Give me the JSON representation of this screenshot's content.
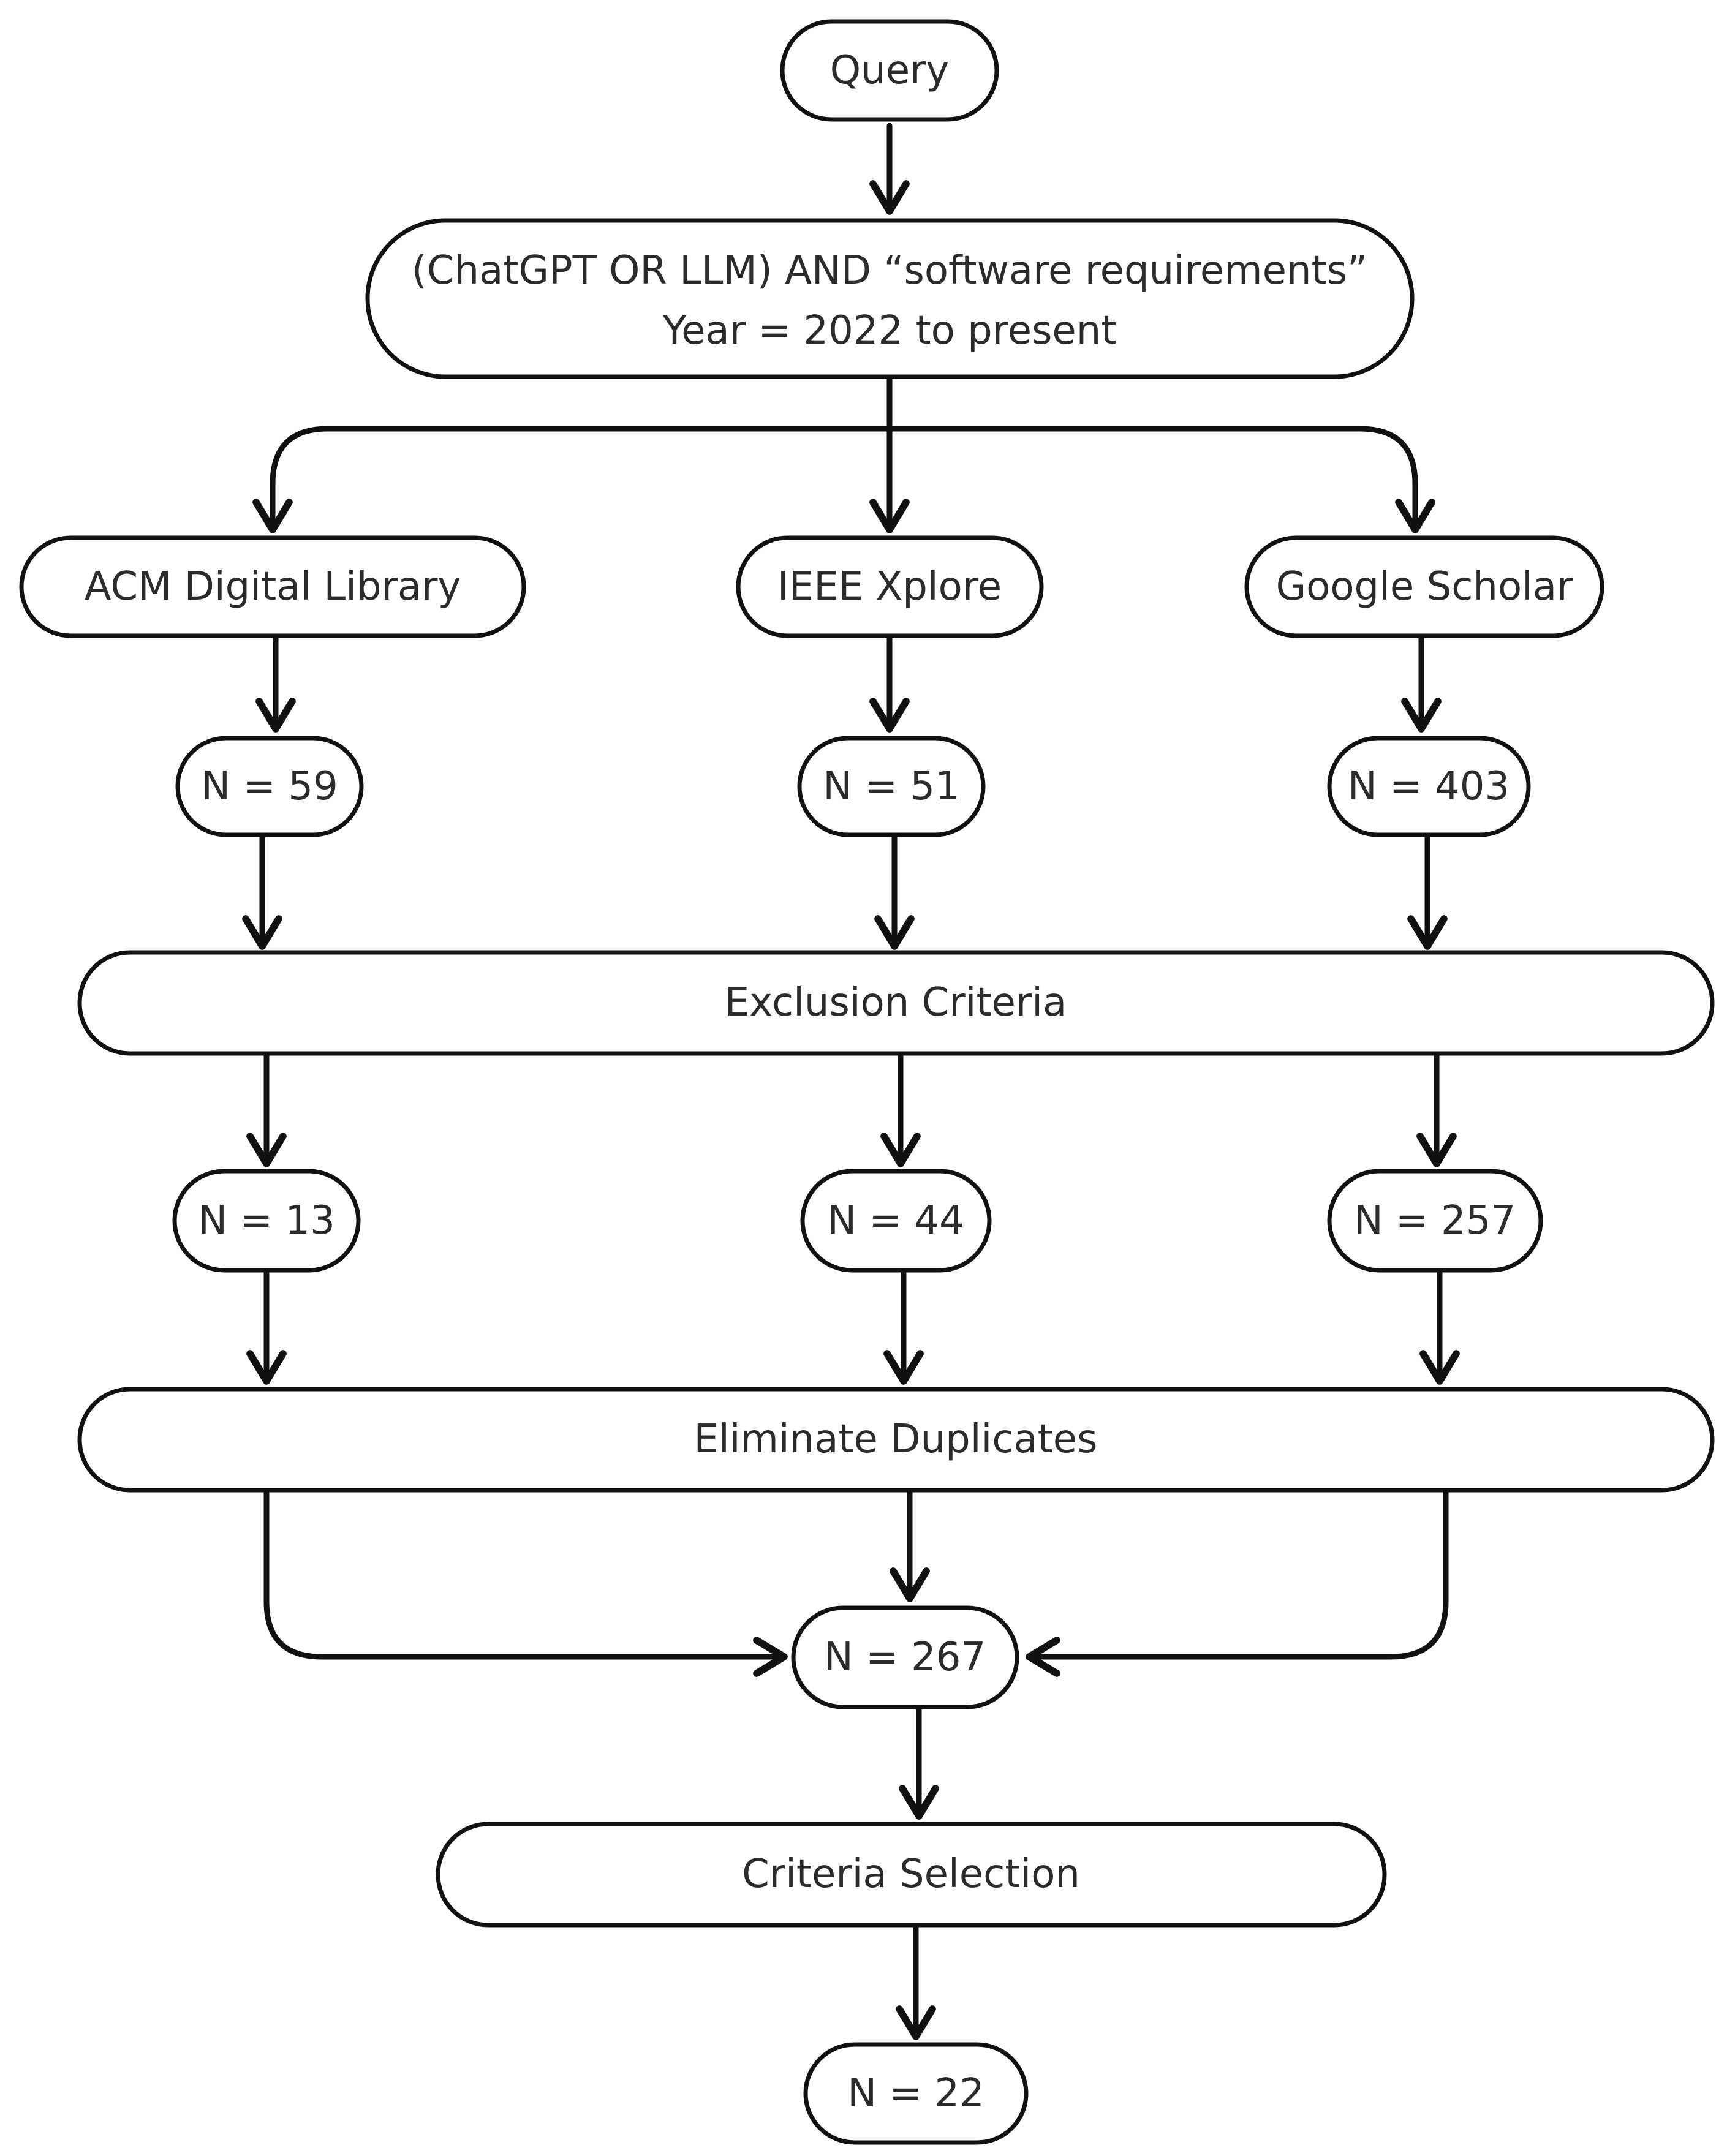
{
  "nodes": {
    "query": "Query",
    "search_string_line1": "(ChatGPT OR LLM) AND “software requirements”",
    "search_string_line2": "Year = 2022 to present",
    "acm": "ACM Digital Library",
    "ieee": "IEEE Xplore",
    "scholar": "Google Scholar",
    "acm_count": "N = 59",
    "ieee_count": "N = 51",
    "scholar_count": "N = 403",
    "exclusion": "Exclusion Criteria",
    "acm_after_exclusion": "N = 13",
    "ieee_after_exclusion": "N = 44",
    "scholar_after_exclusion": "N = 257",
    "eliminate": "Eliminate Duplicates",
    "after_dedup": "N = 267",
    "selection": "Criteria Selection",
    "final": "N = 22"
  },
  "colors": {
    "stroke": "#111111",
    "text": "#2b2b2b",
    "background": "#ffffff"
  }
}
